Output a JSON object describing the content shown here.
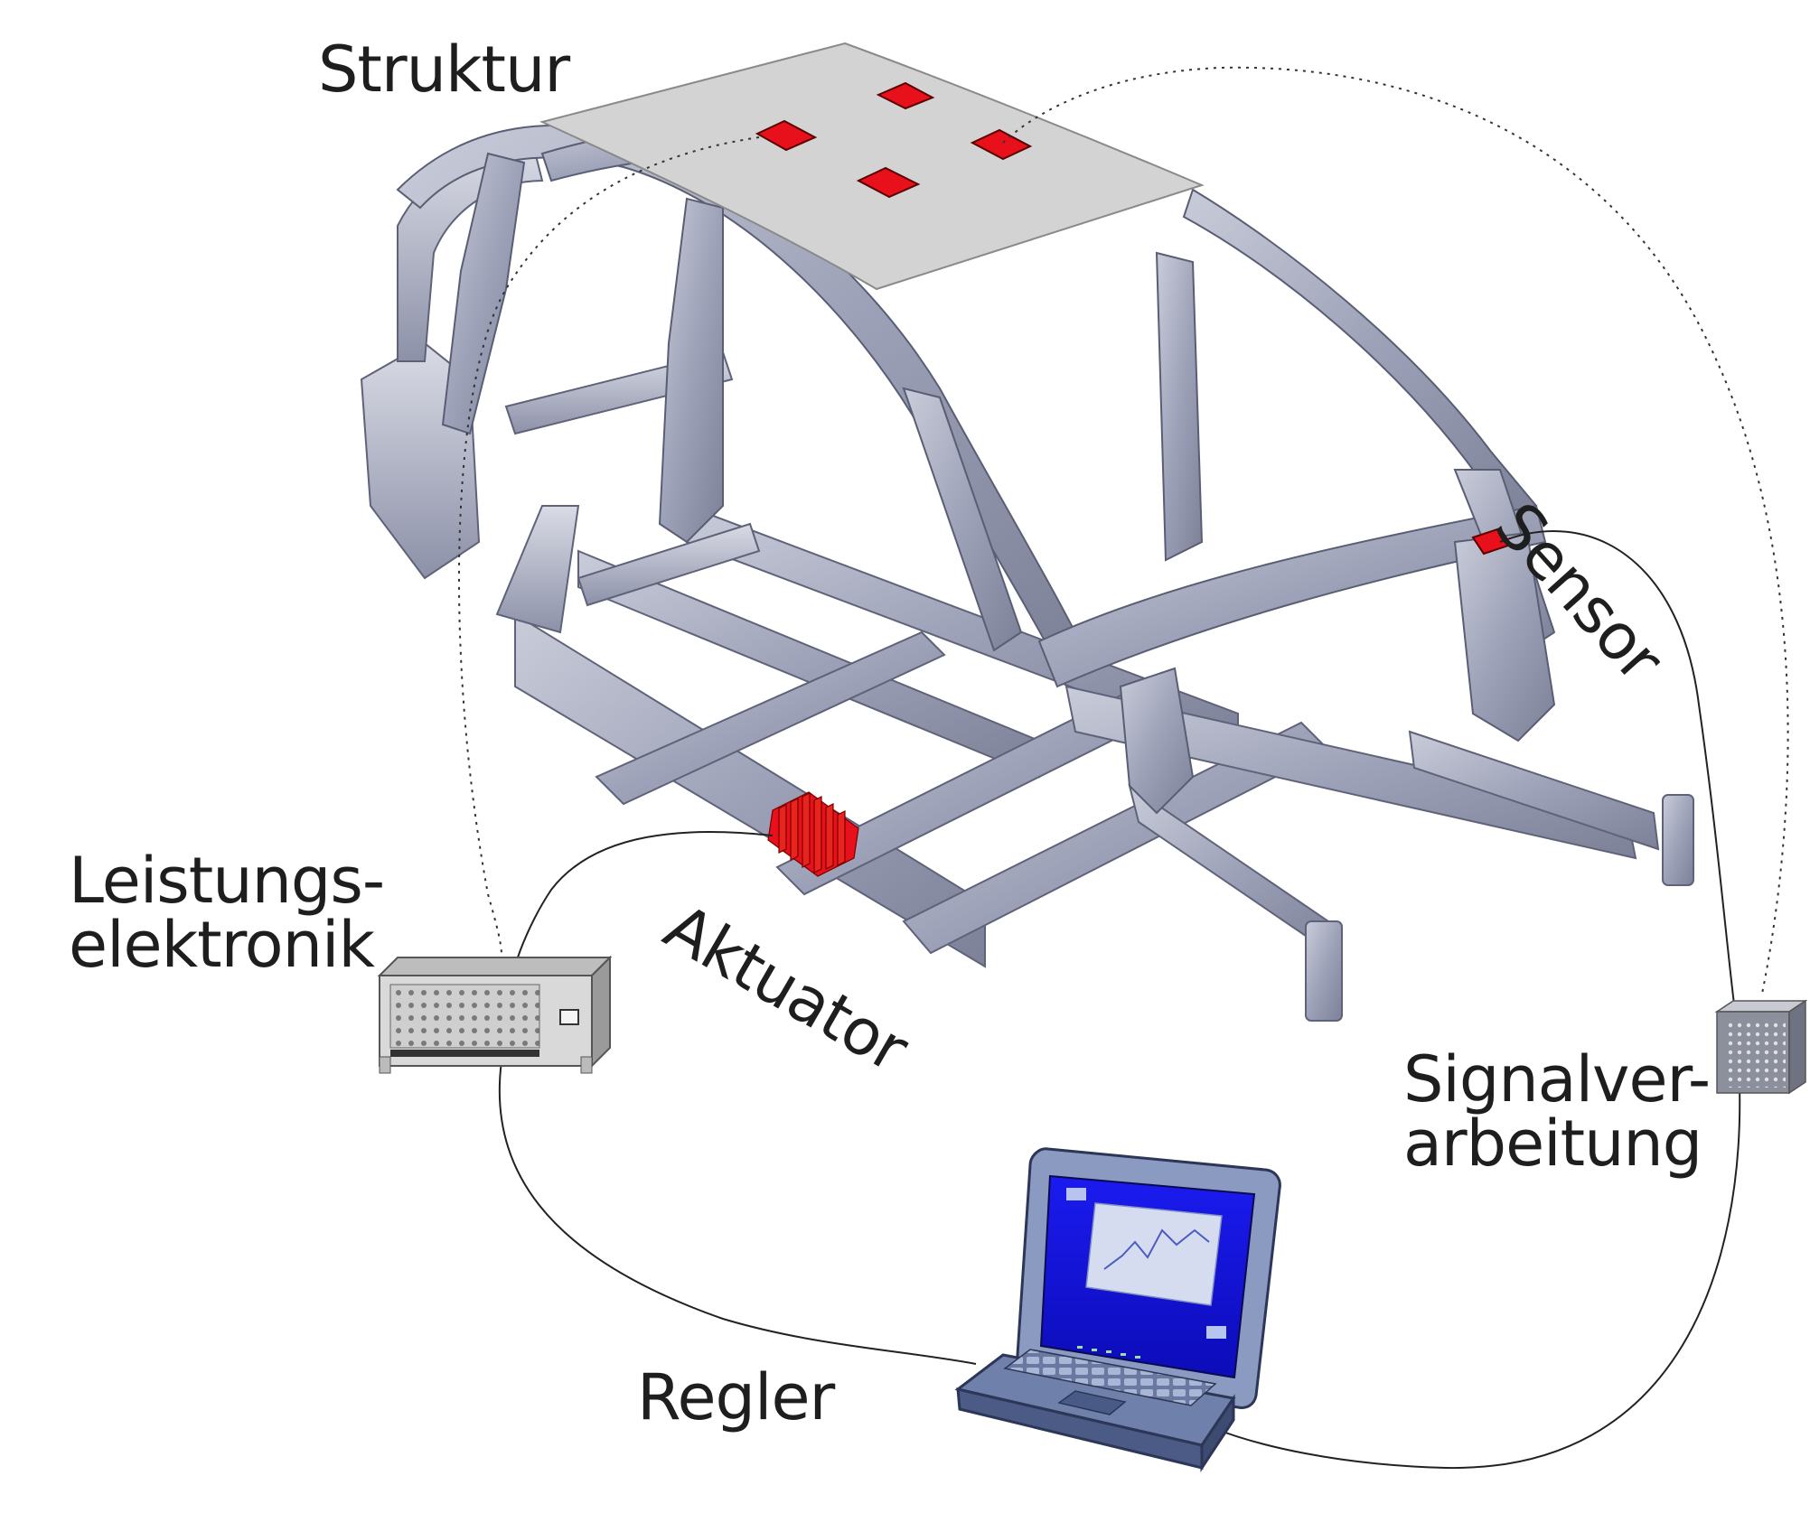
{
  "labels": {
    "struktur": "Struktur",
    "sensor": "Sensor",
    "aktuator": "Aktuator",
    "leistungselektronik": "Leistungs-\nelektronik",
    "signalverarbeitung": "Signalver-\narbeitung",
    "regler": "Regler"
  },
  "colors": {
    "frame": "#a9adbf",
    "frame_dark": "#6f7389",
    "frame_light": "#d3d6e2",
    "roof": "#d3d3d3",
    "actuator_red": "#e8101a",
    "sensor_red": "#e8101a",
    "laptop_body": "#8a9ac0",
    "laptop_screen": "#1515d8",
    "rack": "#d9d9d9",
    "wire": "#222222"
  },
  "icons": {
    "car_frame": "car-body-in-white-illustration",
    "rack": "power-electronics-rack-icon",
    "dsp": "signal-processing-box-icon",
    "laptop": "laptop-controller-icon"
  }
}
